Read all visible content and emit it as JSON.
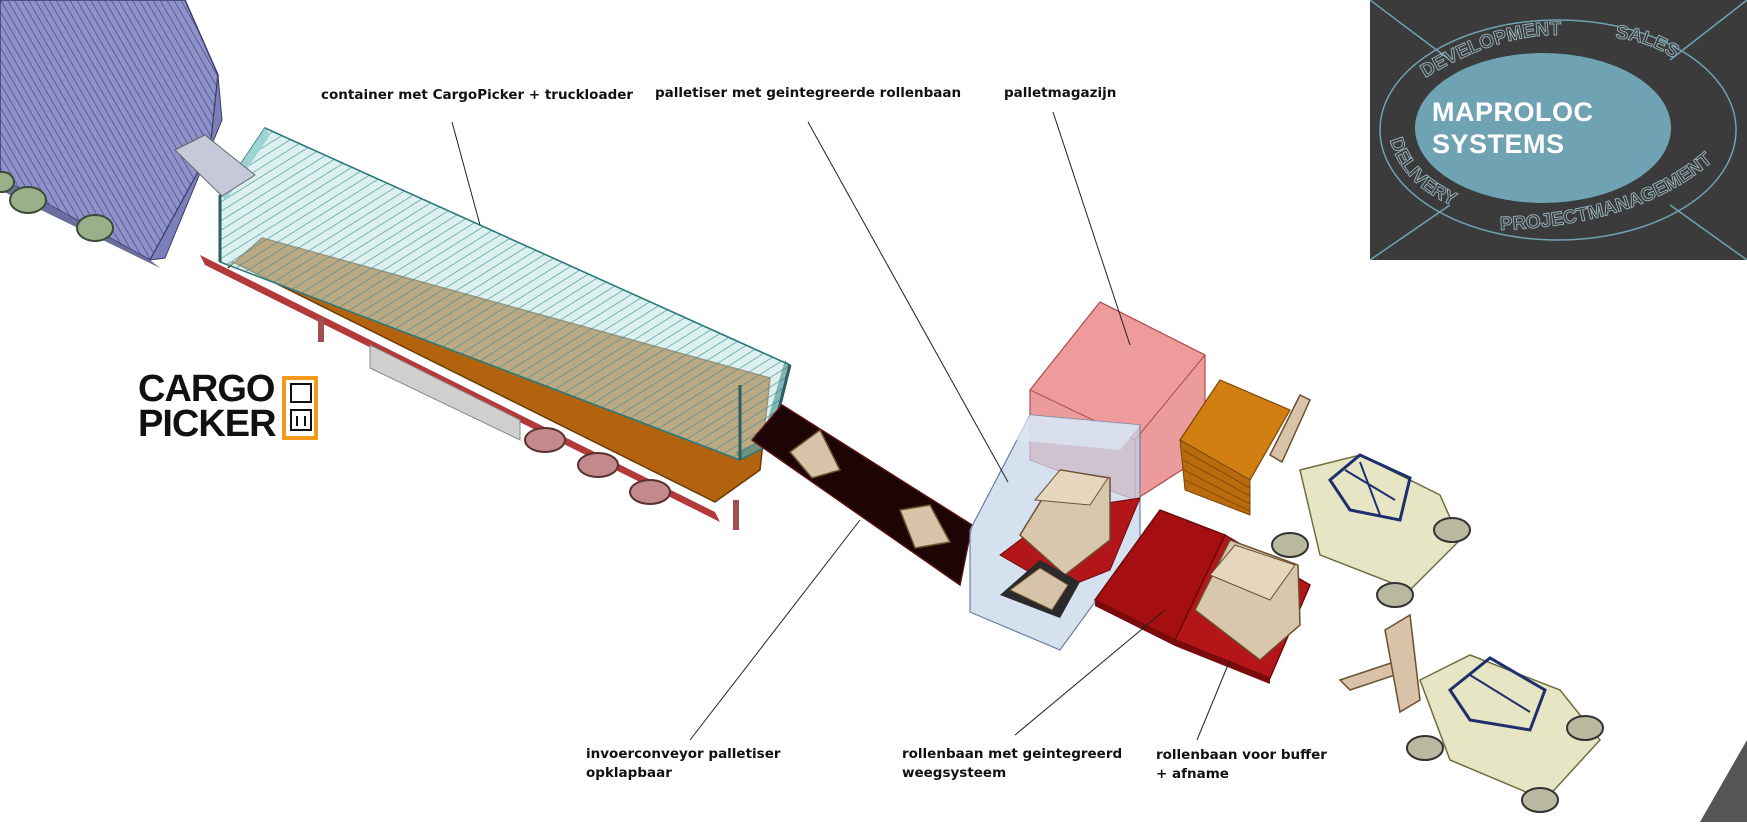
{
  "labels": {
    "container": "container met CargoPicker + truckloader",
    "palletiser": "palletiser met geintegreerde rollenbaan",
    "palletmagazijn": "palletmagazijn",
    "invoer_line1": "invoerconveyor palletiser",
    "invoer_line2": "opklapbaar",
    "weeg_line1": "rollenbaan met geintegreerd",
    "weeg_line2": "weegsysteem",
    "buffer_line1": "rollenbaan voor buffer",
    "buffer_line2": "+ afname"
  },
  "brand": {
    "name_line1": "MAPROLOC",
    "name_line2": "SYSTEMS",
    "ring_words": [
      "DEVELOPMENT",
      "SALES",
      "DELIVERY",
      "PROJECTMANAGEMENT"
    ],
    "panel_color": "#3b3b3b",
    "ellipse_color": "#6fa3b4"
  },
  "logo": {
    "word1": "CARGO",
    "word2": "PICKER",
    "accent_color": "#f39a1e"
  }
}
